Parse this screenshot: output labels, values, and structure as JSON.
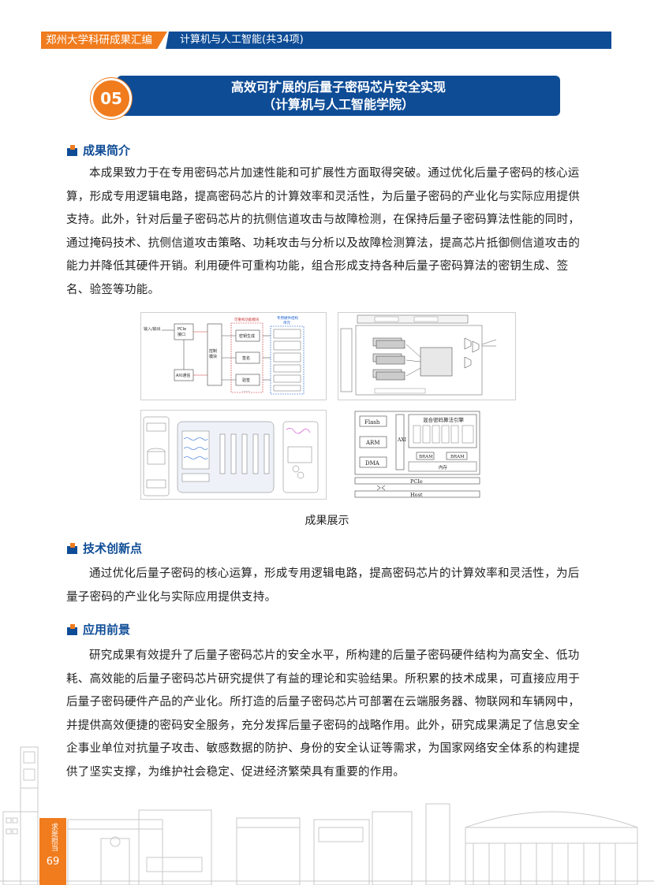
{
  "header": {
    "left_title": "郑州大学科研成果汇编",
    "right_title": "计算机与人工智能(共34项)"
  },
  "banner": {
    "number": "05",
    "title_line1": "高效可扩展的后量子密码芯片安全实现",
    "title_line2": "（计算机与人工智能学院）"
  },
  "sections": {
    "intro": {
      "heading": "成果简介",
      "text": "本成果致力于在专用密码芯片加速性能和可扩展性方面取得突破。通过优化后量子密码的核心运算，形成专用逻辑电路，提高密码芯片的计算效率和灵活性，为后量子密码的产业化与实际应用提供支持。此外，针对后量子密码芯片的抗侧信道攻击与故障检测，在保持后量子密码算法性能的同时，通过掩码技术、抗侧信道攻击策略、功耗攻击与分析以及故障检测算法，提高芯片抵御侧信道攻击的能力并降低其硬件开销。利用硬件可重构功能，组合形成支持各种后量子密码算法的密钥生成、签名、验签等功能。"
    },
    "innovation": {
      "heading": "技术创新点",
      "text": "通过优化后量子密码的核心运算，形成专用逻辑电路，提高密码芯片的计算效率和灵活性，为后量子密码的产业化与实际应用提供支持。"
    },
    "application": {
      "heading": "应用前景",
      "text": "研究成果有效提升了后量子密码芯片的安全水平，所构建的后量子密码硬件结构为高安全、低功耗、高效能的后量子密码芯片研究提供了有益的理论和实验结果。所积累的技术成果，可直接应用于后量子密码硬件产品的产业化。所打造的后量子密码芯片可部署在云端服务器、物联网和车辆网中，并提供高效便捷的密码安全服务，充分发挥后量子密码的战略作用。此外，研究成果满足了信息安全企事业单位对抗量子攻击、敏感数据的防护、身份的安全认证等需求，为国家网络安全体系的构建提供了坚实支撑，为维护社会稳定、促进经济繁荣具有重要的作用。"
    }
  },
  "figures": {
    "caption": "成果展示",
    "fig1": {
      "io": "输入/输出",
      "pcie": "PCIe",
      "pcie2": "接口",
      "ctrl": "控制",
      "ctrl2": "模块",
      "axi": "AXI通信",
      "reconf": "可重构功能模块",
      "keygen": "密钥生成",
      "sign": "签名",
      "verify": "验签",
      "hw_title": "专用硬件结构",
      "hw_title2": "单元",
      "dots": "……"
    },
    "fig4": {
      "flash": "Flash",
      "arm": "ARM",
      "dma": "DMA",
      "axi": "AXI",
      "engine": "混合密码算法引擎",
      "bram": "BRAM",
      "bram2": "BRAM",
      "mem": "内存",
      "pcie": "PCIe",
      "host": "Host"
    }
  },
  "footer": {
    "vertical_text": "求是担当",
    "page_number": "69"
  },
  "colors": {
    "brand_blue": "#0e4c96",
    "accent_orange": "#f07c1e"
  }
}
